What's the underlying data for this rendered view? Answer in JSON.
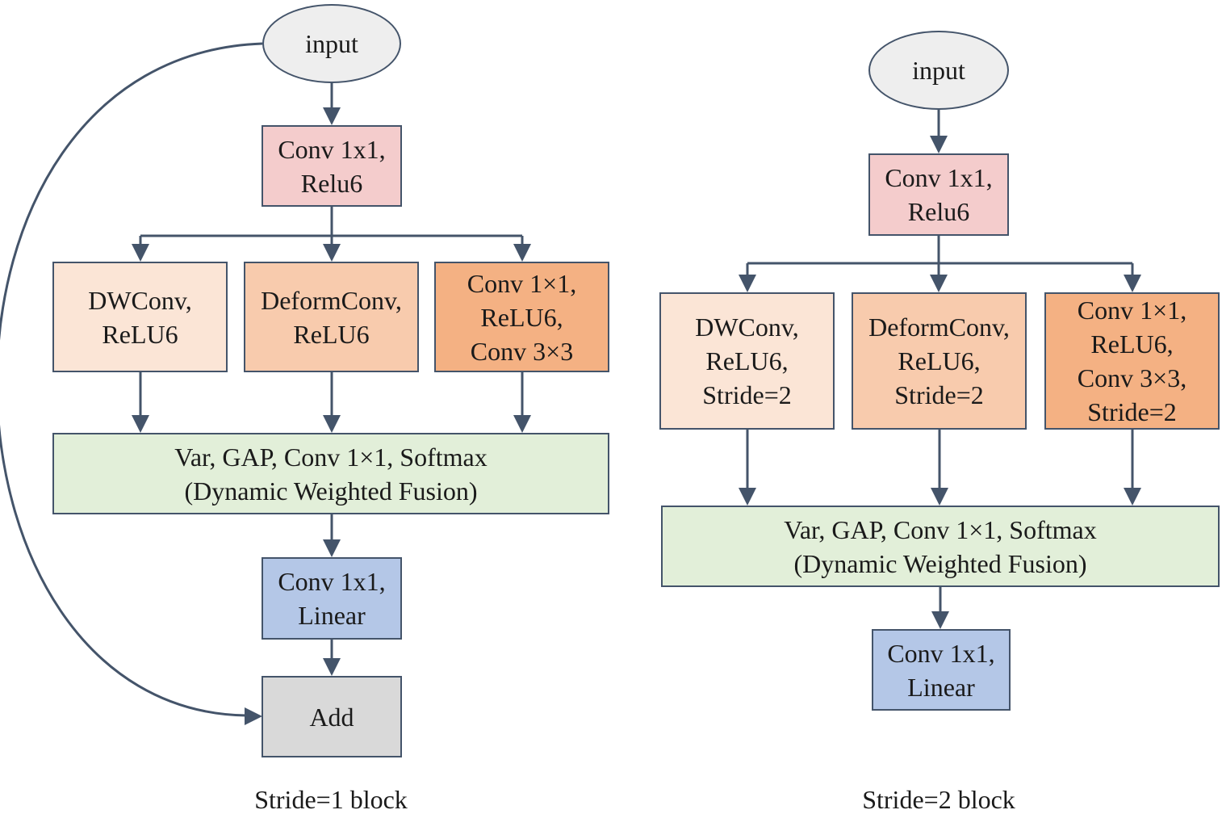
{
  "colors": {
    "edge": "#44546a",
    "input": "#eeeeee",
    "conv_relu": "#f4cccc",
    "dwconv": "#fbe5d6",
    "deform": "#f8cbad",
    "conv3": "#f4b183",
    "fusion": "#e2efd9",
    "linear": "#b4c7e7",
    "add": "#d9d9d9"
  },
  "left": {
    "input": "input",
    "conv1": "Conv 1x1,\nRelu6",
    "dwconv": "DWConv,\nReLU6",
    "deform": "DeformConv,\nReLU6",
    "conv3": "Conv 1×1,\nReLU6,\nConv 3×3",
    "fusion": "Var,  GAP,  Conv 1×1,  Softmax\n(Dynamic Weighted Fusion)",
    "linear": "Conv 1x1,\nLinear",
    "add": "Add",
    "caption": "Stride=1 block"
  },
  "right": {
    "input": "input",
    "conv1": "Conv 1x1,\nRelu6",
    "dwconv": "DWConv,\nReLU6,\nStride=2",
    "deform": "DeformConv,\nReLU6,\nStride=2",
    "conv3": "Conv 1×1,\nReLU6,\nConv 3×3,\nStride=2",
    "fusion": "Var,  GAP,  Conv 1×1,  Softmax\n(Dynamic Weighted Fusion)",
    "linear": "Conv 1x1,\nLinear",
    "caption": "Stride=2 block"
  }
}
